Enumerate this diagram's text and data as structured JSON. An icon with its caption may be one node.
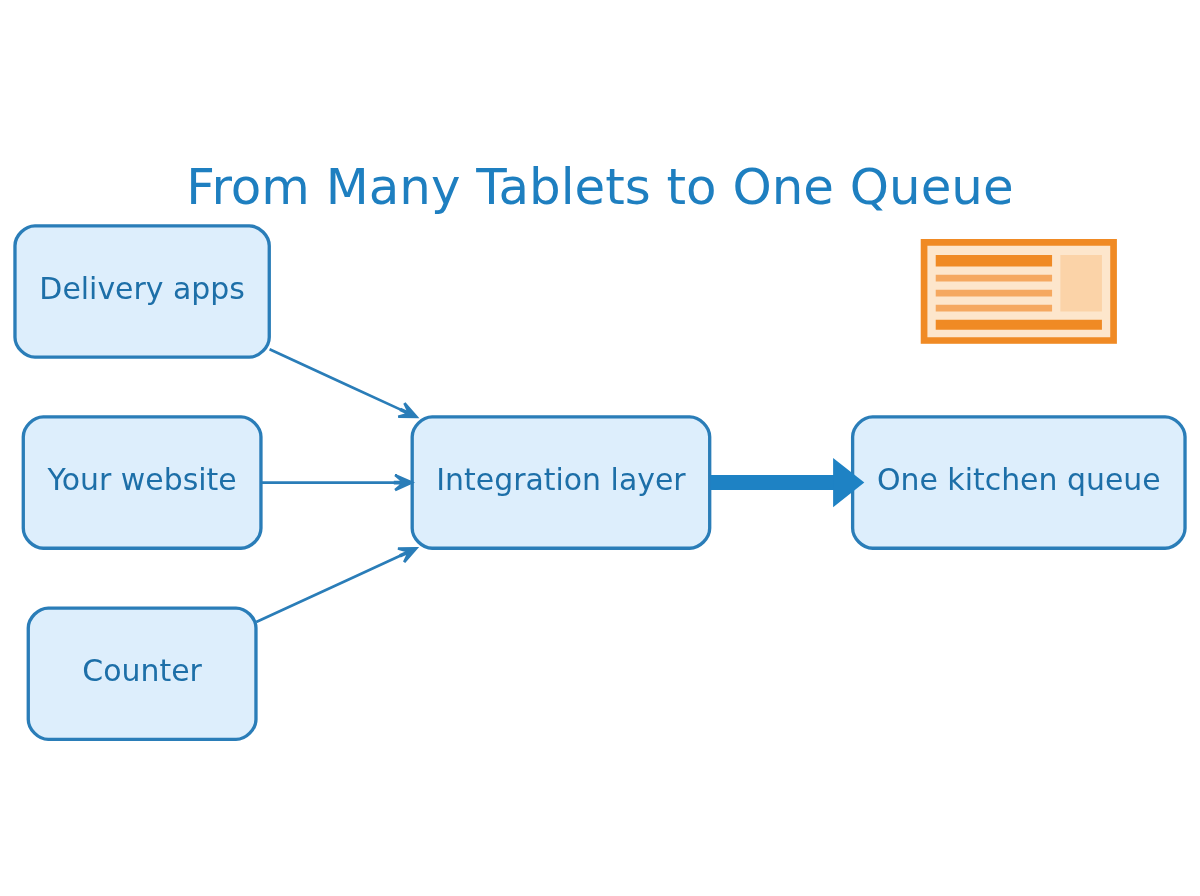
{
  "diagram": {
    "title": "From Many Tablets to One Queue",
    "nodes": [
      {
        "text": [
          "Delivery apps"
        ]
      },
      {
        "text": [
          "Your website"
        ]
      },
      {
        "text": [
          "Counter"
        ]
      },
      {
        "text": [
          "Integration layer"
        ]
      },
      {
        "text": [],
        "shape": "picture"
      },
      {
        "text": [
          "One kitchen queue"
        ]
      }
    ],
    "edges": [
      {
        "from": 0,
        "to": 3,
        "arrow": "to"
      },
      {
        "from": 1,
        "to": 3,
        "arrow": "to"
      },
      {
        "from": 2,
        "to": 3,
        "arrow": "to"
      },
      {
        "from": 3,
        "to": 5,
        "arrow": "to",
        "style": "thick",
        "color": "#1e82c4"
      }
    ]
  }
}
